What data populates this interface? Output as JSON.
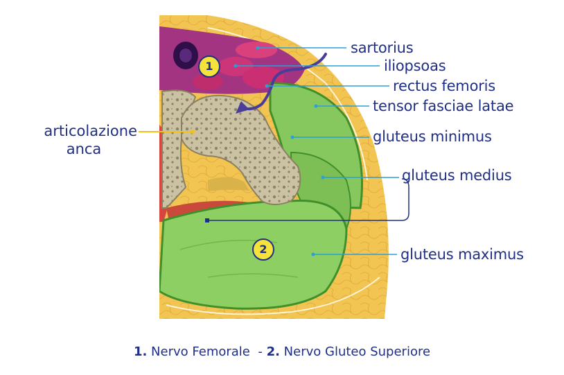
{
  "labels": {
    "sartorius": "sartorius",
    "iliopsoas": "iliopsoas",
    "rectus_femoris": "rectus femoris",
    "tensor_fasciae_latae": "tensor fasciae latae",
    "gluteus_minimus": "gluteus minimus",
    "gluteus_medius": "gluteus medius",
    "gluteus_maximus": "gluteus maximus",
    "articolazione_line1": "articolazione",
    "articolazione_line2": "anca"
  },
  "badges": {
    "one": "1",
    "two": "2"
  },
  "legend": {
    "num1": "1.",
    "text1": "Nervo Femorale",
    "separator": "-",
    "num2": "2.",
    "text2": "Nervo Gluteo Superiore"
  },
  "colors": {
    "label_text": "#1f2e86",
    "leader_blue": "#2a9fd8",
    "leader_yellow": "#f2c21a",
    "leader_dark": "#1f2e86",
    "badge_fill": "#f5e23a",
    "fat": "#f0c24e",
    "muscle_green": "#7fc35a",
    "muscle_purple": "#a0317e",
    "bone": "#c9c0a2",
    "nerve": "#4a3d99"
  }
}
